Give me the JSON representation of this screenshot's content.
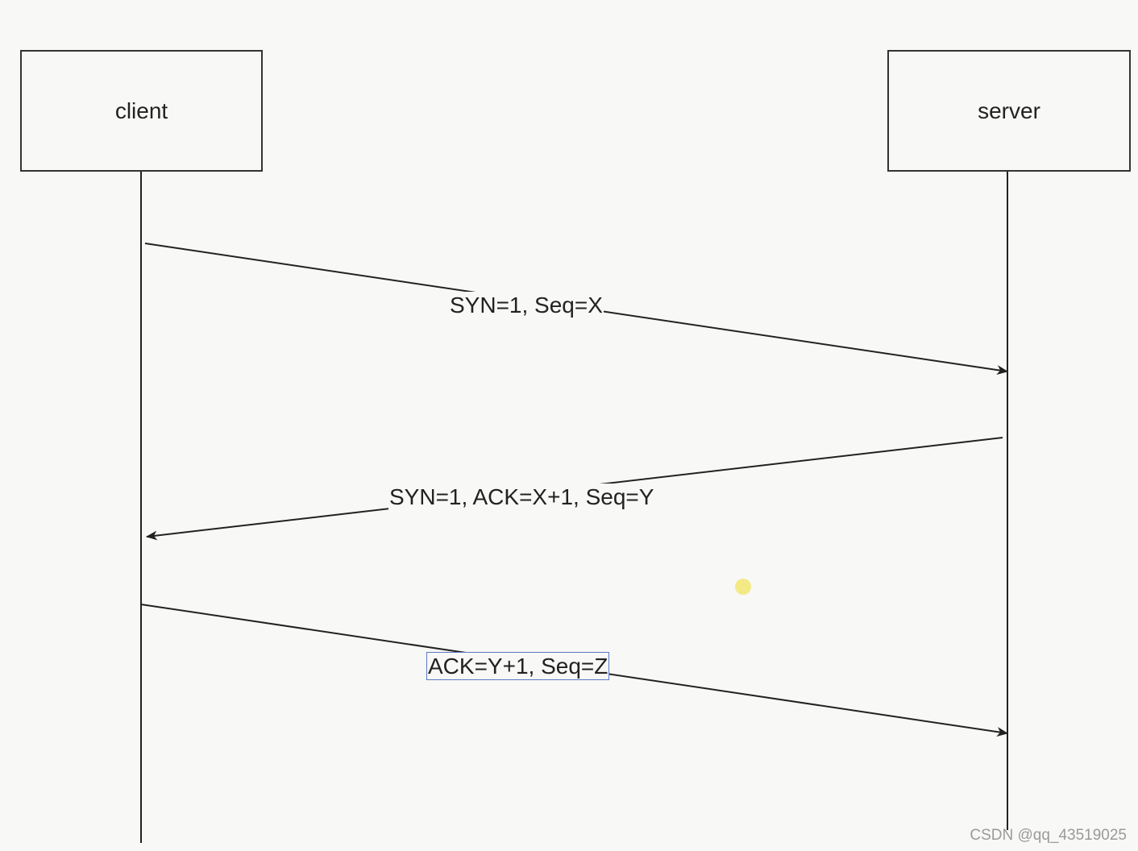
{
  "actors": {
    "client": "client",
    "server": "server"
  },
  "messages": [
    {
      "label": "SYN=1, Seq=X",
      "from": "client",
      "to": "server"
    },
    {
      "label": "SYN=1, ACK=X+1, Seq=Y",
      "from": "server",
      "to": "client"
    },
    {
      "label": "ACK=Y+1, Seq=Z",
      "from": "client",
      "to": "server",
      "selected": true
    }
  ],
  "watermark": "CSDN @qq_43519025",
  "colors": {
    "background": "#f8f8f6",
    "line": "#222222",
    "selection": "#5a78c8",
    "pointer_dot": "#f2e87a"
  }
}
